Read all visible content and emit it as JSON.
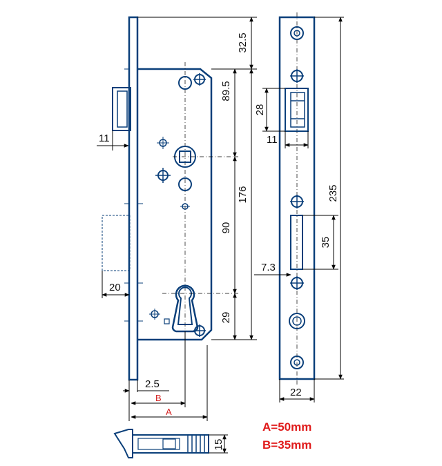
{
  "dimensions": {
    "d32_5": "32.5",
    "d89_5": "89.5",
    "d176": "176",
    "d90": "90",
    "d29": "29",
    "d11_left": "11",
    "d20": "20",
    "d2_5": "2.5",
    "dB": "B",
    "dA": "A",
    "d15": "15",
    "d28": "28",
    "d11_right": "11",
    "d235": "235",
    "d35": "35",
    "d7_3": "7.3",
    "d22": "22"
  },
  "legend": {
    "a": "A=50mm",
    "b": "B=35mm"
  },
  "colors": {
    "line": "#0a3f7a",
    "legend": "#e01b1b"
  }
}
